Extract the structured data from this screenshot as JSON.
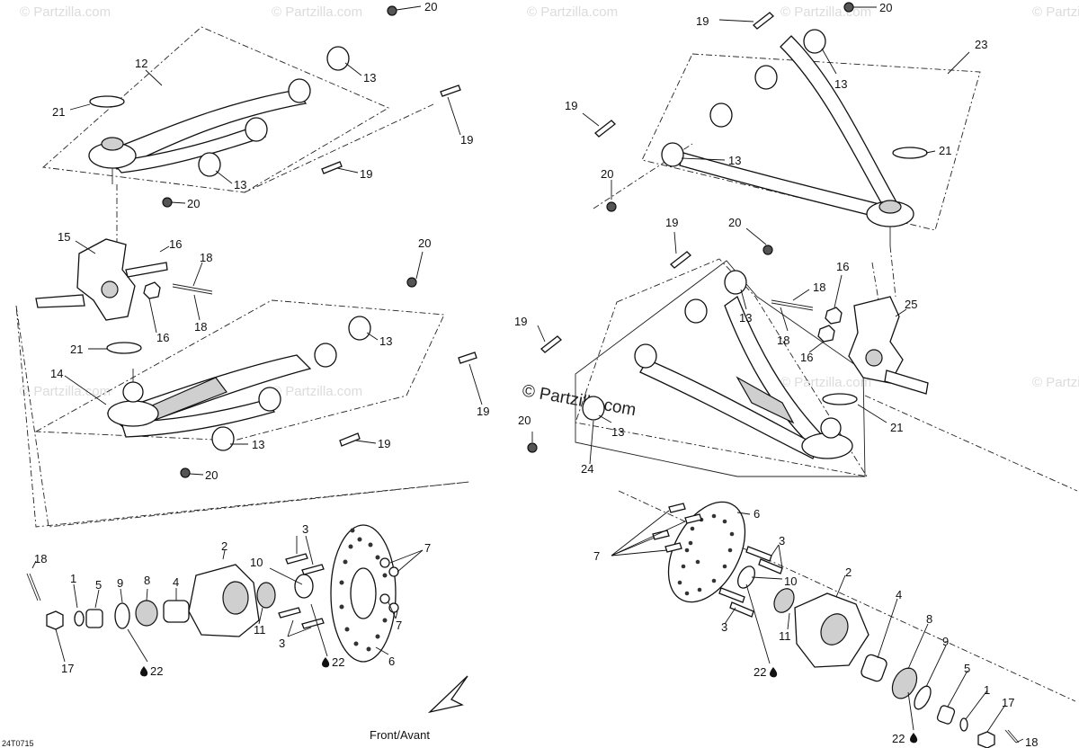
{
  "diagram": {
    "caption": "Front/Avant",
    "code": "24T0715",
    "brand_watermark": "© Partzilla.com",
    "callouts": {
      "n1": "1",
      "n2": "2",
      "n3": "3",
      "n4": "4",
      "n5": "5",
      "n6": "6",
      "n7": "7",
      "n8": "8",
      "n9": "9",
      "n10": "10",
      "n11": "11",
      "n12": "12",
      "n13": "13",
      "n14": "14",
      "n15": "15",
      "n16": "16",
      "n17": "17",
      "n18": "18",
      "n19": "19",
      "n20": "20",
      "n21": "21",
      "n22": "22",
      "n23": "23",
      "n24": "24",
      "n25": "25"
    },
    "icons": [
      "direction-arrow-icon",
      "drop-icon"
    ]
  }
}
